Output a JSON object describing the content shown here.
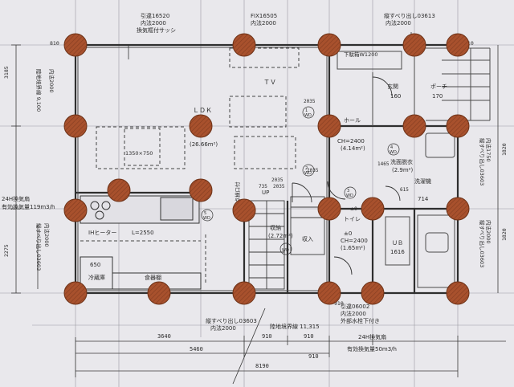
{
  "rooms": {
    "ldk": {
      "name": "ＬＤＫ",
      "area": "(26.66m²)",
      "table": "1350×750"
    },
    "tv": {
      "name": "ＴＶ"
    },
    "hall": {
      "name": "ホール",
      "area": "(4.14m²)"
    },
    "genkan": {
      "name": "玄関",
      "size": "160"
    },
    "porch": {
      "name": "ポーチ",
      "size": "170"
    },
    "senmen": {
      "name": "洗面脱衣",
      "area": "(2.9m²)"
    },
    "sentaku": {
      "name": "洗濯機",
      "size": "714"
    },
    "toilet": {
      "name": "トイレ",
      "area": "(1.65m²)"
    },
    "ub": {
      "name": "ＵＢ",
      "size": "1616"
    },
    "shuno": {
      "name": "収納",
      "area": "(2.72m²)"
    },
    "fridge": {
      "name": "冷蔵庫",
      "size": "650"
    },
    "shokki": {
      "name": "食器棚"
    },
    "kitchen": {
      "name": "L=2550",
      "heater": "IHヒーター"
    }
  },
  "notes": {
    "top1": "引違16520",
    "top2": "内法2000",
    "top3": "換気框付サッシ",
    "top4": "FIX16505",
    "top5": "内法2000",
    "top6": "縦すべり出し03613",
    "top7": "内法2000",
    "getabako": "下駄箱W1200",
    "vent_left1": "24H換気扇",
    "vent_left2": "有効換気量119m3/h",
    "left_v1": "縦すべり出し03603",
    "left_v2": "内法2000",
    "left_v3": "陸地境界線 9,100",
    "left_v4": "内法2000",
    "bottom_win1": "縦すべり出し03603",
    "bottom_win2": "内法2000",
    "boundary": "陸地境界線 11,315",
    "bottom_right1": "引違06002",
    "bottom_right2": "内法2000",
    "bottom_right3": "外部水栓下付き",
    "vent_bottom1": "24H換気扇",
    "vent_bottom2": "有効換気量50m3/h",
    "right_v1": "縦すべり出し03603",
    "right_v2": "内法1750",
    "right_v3": "縦すべり出し03603",
    "right_v4": "内法2000",
    "ladder": "天井裏点検口付",
    "up": "UP",
    "tenjo": "収入"
  },
  "stairs": {
    "steps": "735",
    "step2": "2035"
  },
  "dimensions": {
    "left_top": "3185",
    "left_bottom": "2275",
    "right_top": "1820",
    "right_bottom": "1820",
    "b1": "3640",
    "b2": "910",
    "b3": "910",
    "b4": "910",
    "b5": "5460",
    "b6": "8190",
    "mid1": "2035",
    "mid2": "2035",
    "mid3": "2035",
    "small_left": "810",
    "small_right": "810",
    "h_right": "1465",
    "h_right2": "615",
    "w910": "910"
  },
  "labels": {
    "wd1": "WD",
    "wd2": "WD",
    "wd3": "WD",
    "wd4": "WD",
    "wd5": "WD",
    "wd6": "WD",
    "gl": "±0",
    "gl2": "±0",
    "ch1": "CH=2400",
    "ch2": "CH=2400",
    "n1": "1",
    "n2": "2",
    "n3": "3",
    "n4": "4",
    "n5": "5"
  }
}
